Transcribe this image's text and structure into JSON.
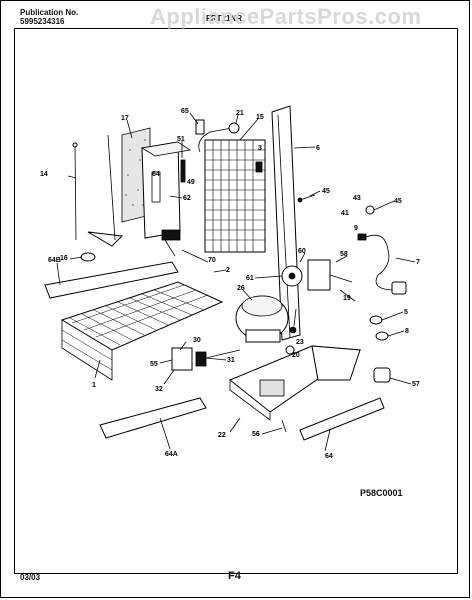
{
  "header": {
    "publication_label": "Publication No.",
    "publication_number": "5995234316",
    "model_number": "FRT21NR"
  },
  "watermark": "AppliancePartsPros.com",
  "figure_code": "P58C0001",
  "footer": {
    "date": "03/03",
    "page": "F4"
  },
  "callouts": [
    "17",
    "65",
    "21",
    "15",
    "6",
    "51",
    "3",
    "49",
    "14",
    "64",
    "62",
    "45",
    "43",
    "41",
    "45",
    "7",
    "9",
    "16",
    "70",
    "60",
    "58",
    "64B",
    "2",
    "61",
    "26",
    "19",
    "23",
    "5",
    "8",
    "30",
    "55",
    "20",
    "31",
    "1",
    "32",
    "57",
    "64A",
    "22",
    "56",
    "64"
  ]
}
